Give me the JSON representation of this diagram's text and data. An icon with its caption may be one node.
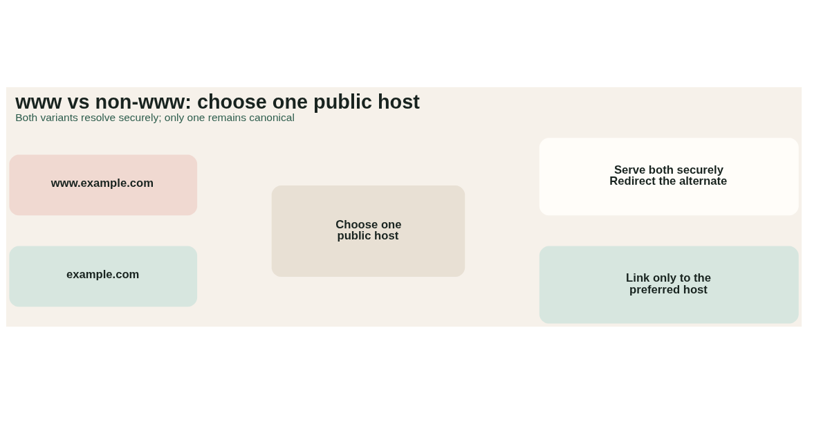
{
  "diagram": {
    "title": "www vs non-www: choose one public host",
    "caption": "Both variants resolve securely; only one remains canonical",
    "nodes": [
      {
        "text": [
          "www.example.com"
        ]
      },
      {
        "text": [
          "example.com"
        ]
      },
      {
        "text": [
          "Choose one public host"
        ]
      },
      {
        "text": [
          "Serve both securely",
          "Redirect the alternate"
        ]
      },
      {
        "text": [
          "Link only to the preferred host"
        ]
      }
    ]
  }
}
